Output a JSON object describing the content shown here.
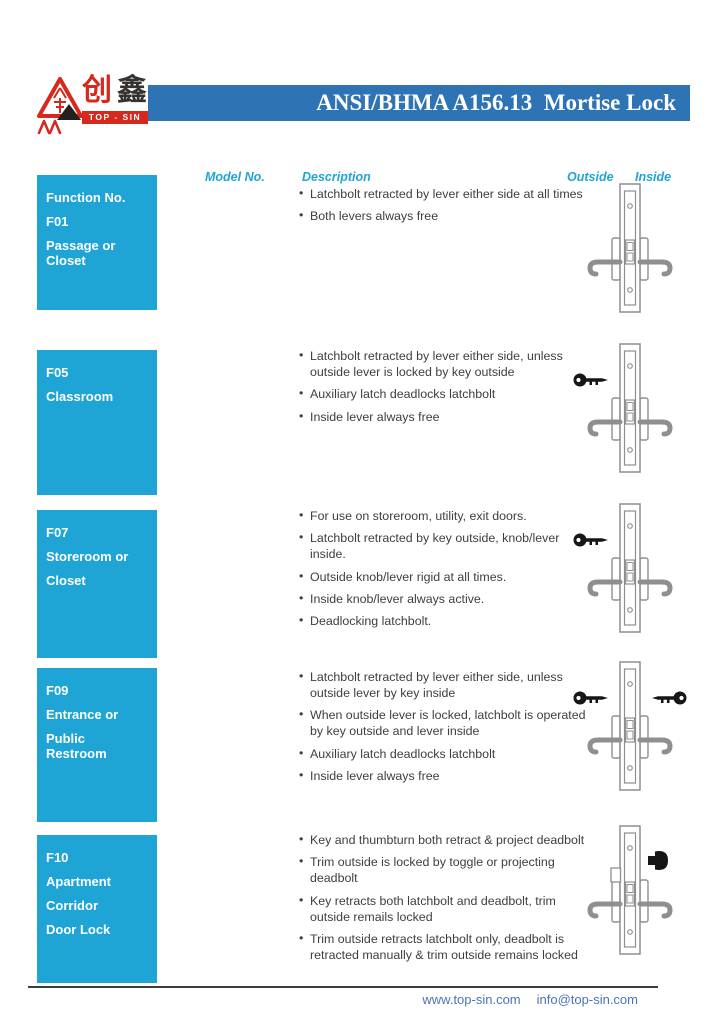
{
  "logo": {
    "emblem": "triangle-emblem",
    "char_1": "创",
    "char_2": "鑫",
    "brand_text": "TOP - SIN"
  },
  "banner": {
    "title": "ANSI/BHMA A156.13  Mortise Lock"
  },
  "table_headers": {
    "model_no": "Model No.",
    "description": "Description",
    "outside": "Outside",
    "inside": "Inside"
  },
  "rows": [
    {
      "function_lines": [
        "Function No.",
        "F01",
        "Passage or Closet"
      ],
      "bullets": [
        "Latchbolt retracted by lever either side at all times",
        "Both levers always free"
      ],
      "diagram": {
        "label": "lever-both-sides",
        "key_outside": false,
        "key_inside": false,
        "thumbturn": false,
        "deadbolt": false
      }
    },
    {
      "function_lines": [
        "F05",
        "Classroom"
      ],
      "bullets": [
        "Latchbolt retracted by lever either side, unless outside lever is locked by key outside",
        "Auxiliary latch deadlocks latchbolt",
        "Inside lever always free"
      ],
      "diagram": {
        "label": "key-outside",
        "key_outside": true,
        "key_inside": false,
        "thumbturn": false,
        "deadbolt": false
      }
    },
    {
      "function_lines": [
        "F07",
        "Storeroom or",
        "Closet"
      ],
      "bullets": [
        "For use on storeroom, utility, exit doors.",
        "Latchbolt retracted by key outside, knob/lever inside.",
        "Outside knob/lever rigid at all times.",
        "Inside knob/lever always active.",
        "Deadlocking latchbolt."
      ],
      "diagram": {
        "label": "key-outside",
        "key_outside": true,
        "key_inside": false,
        "thumbturn": false,
        "deadbolt": false
      }
    },
    {
      "function_lines": [
        "F09",
        "Entrance or",
        "Public Restroom"
      ],
      "bullets": [
        "Latchbolt retracted by lever either side, unless outside lever by key inside",
        "When outside lever is locked, latchbolt is operated by key outside and lever inside",
        "Auxiliary latch deadlocks latchbolt",
        "Inside lever always free"
      ],
      "diagram": {
        "label": "key-both-sides",
        "key_outside": true,
        "key_inside": true,
        "thumbturn": false,
        "deadbolt": false
      }
    },
    {
      "function_lines": [
        "F10",
        "Apartment",
        "Corridor",
        "Door Lock"
      ],
      "bullets": [
        "Key and thumbturn both retract & project deadbolt",
        "Trim outside is locked by toggle or projecting deadbolt",
        "Key retracts both latchbolt and deadbolt, trim outside remails locked",
        "Trim outside retracts latchbolt only, deadbolt is retracted manually & trim outside remains locked"
      ],
      "diagram": {
        "label": "thumbturn-inside-deadbolt",
        "key_outside": false,
        "key_inside": false,
        "thumbturn": true,
        "deadbolt": true
      }
    }
  ],
  "footer": {
    "website": "www.top-sin.com",
    "email": "info@top-sin.com"
  },
  "colors": {
    "accent_cyan": "#1ea5d6",
    "banner_blue": "#2e74b5",
    "logo_red": "#d6281c",
    "text_dark": "#3e3e3e",
    "link_blue": "#4a74b9"
  }
}
